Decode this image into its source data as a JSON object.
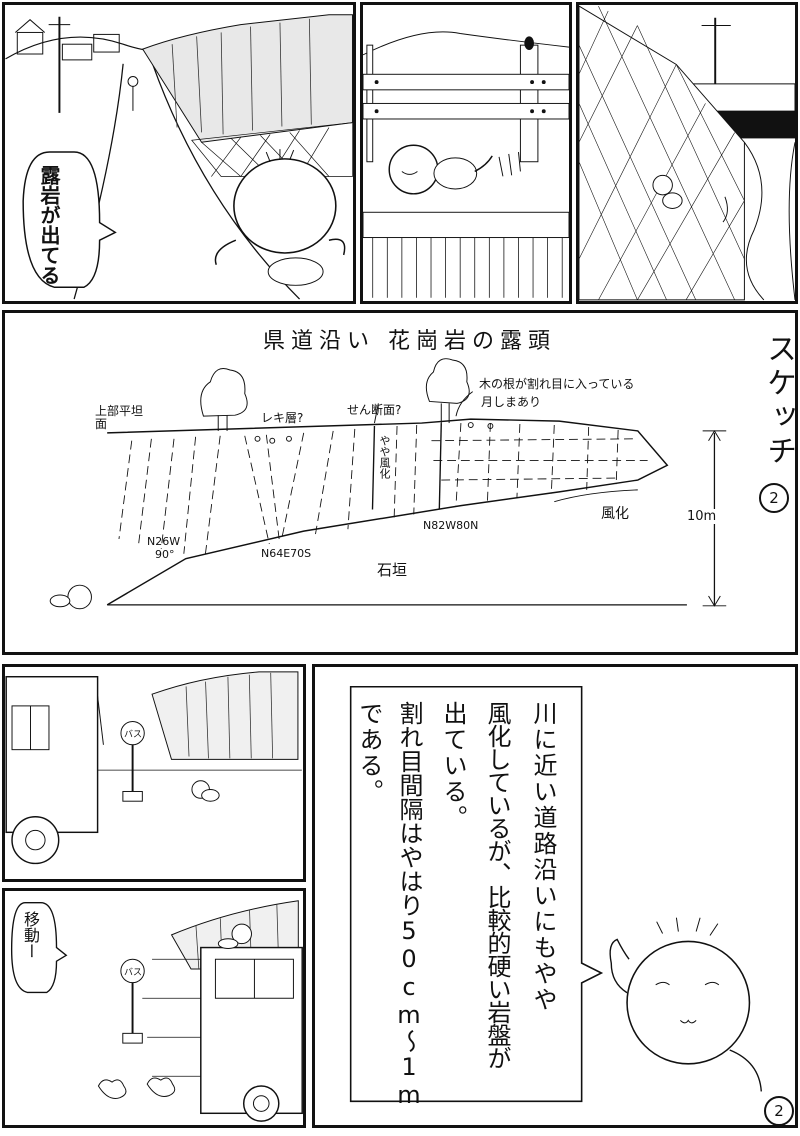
{
  "panels": {
    "p1": {
      "bubble": "露岩が出てる"
    },
    "p4": {
      "title": "県道沿い 花崗岩の露頭",
      "side_title": "スケッチ",
      "side_number": "2",
      "labels": {
        "top_surface": "上部平坦面",
        "breccia": "レキ層?",
        "shear": "せん断面?",
        "roots": "木の根が割れ目に入っている",
        "joints": "月しまあり",
        "weathered_mid": "やや風化",
        "n26w": "N26W",
        "dip90": "90°",
        "n64e": "N64E70S",
        "n82w": "N82W80N",
        "weathering": "風化",
        "stone_wall": "石垣",
        "height": "10m"
      }
    },
    "p5": {
      "bus_sign": "バス"
    },
    "p6": {
      "sign": "バス",
      "bubble": "移動ー"
    },
    "p7": {
      "lines": [
        "川に近い道路沿いにもやや",
        "風化しているが、比較的硬い岩盤が",
        "出ている。",
        "割れ目間隔はやはり50cm〜1m",
        "である。"
      ]
    }
  },
  "page_number": "2"
}
